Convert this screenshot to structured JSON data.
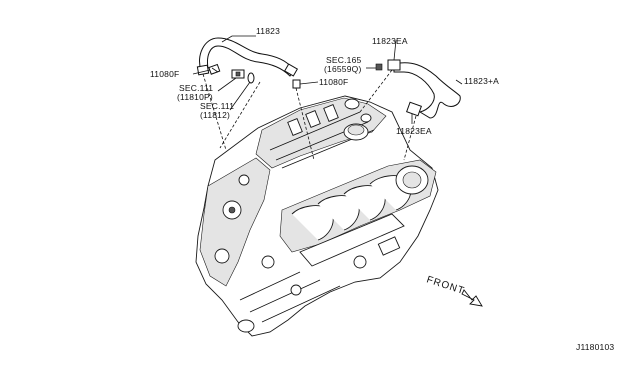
{
  "callouts": {
    "hose_main": "11823",
    "clamp_left": "11080F",
    "sec111_a_title": "SEC.111",
    "sec111_a_ref": "(11810P)",
    "sec111_b_title": "SEC.111",
    "sec111_b_ref": "(11812)",
    "clamp_mid": "11080F",
    "sec165_title": "SEC.165",
    "sec165_ref": "(16559Q)",
    "hose_a": "11823+A",
    "clip_top": "11823EA",
    "clip_bottom": "11823EA"
  },
  "direction": {
    "front_label": "FRONT"
  },
  "diagram_id": "J1180103"
}
